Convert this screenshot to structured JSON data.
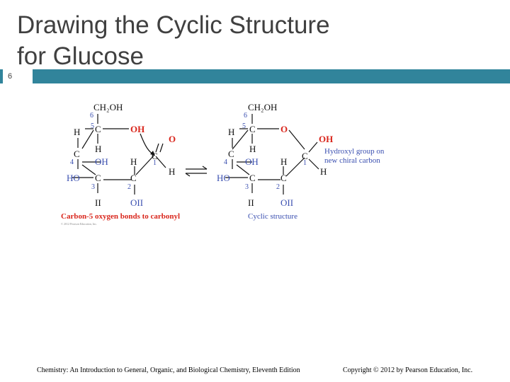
{
  "slide": {
    "title_line1": "Drawing the Cyclic Structure",
    "title_line2": "for Glucose",
    "number": "6"
  },
  "figure": {
    "left": {
      "ch2oh": "CH₂OH",
      "oh_red": "OH",
      "o_red": "O",
      "caption": "Carbon-5 oxygen bonds to carbonyl",
      "copyright_small": "© 2012 Pearson Education, Inc."
    },
    "right": {
      "ch2oh": "CH₂OH",
      "o_red": "O",
      "oh_red": "OH",
      "note_line1": "Hydroxyl group on",
      "note_line2": "new chiral carbon",
      "caption": "Cyclic structure"
    },
    "common": {
      "n6": "6",
      "n5": "5",
      "n4": "4",
      "n3": "3",
      "n2": "2",
      "n1": "1",
      "H": "H",
      "C": "C",
      "OH": "OH",
      "HO": "HO",
      "OII": "OII",
      "II": "II"
    },
    "colors": {
      "red": "#d9261c",
      "blue": "#3a4fb0",
      "black": "#111111"
    }
  },
  "footer": {
    "left": "Chemistry: An Introduction to General, Organic, and Biological Chemistry, Eleventh Edition",
    "right": "Copyright © 2012 by Pearson Education, Inc."
  }
}
